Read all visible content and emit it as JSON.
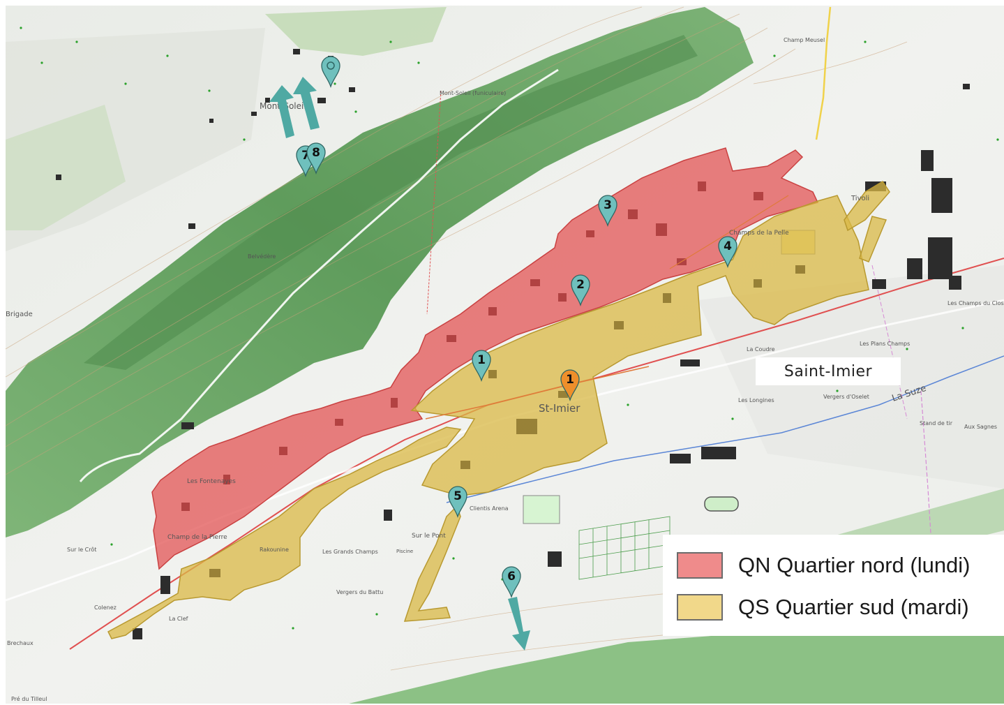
{
  "colors": {
    "zone_north": "#e35b5b",
    "zone_south": "#d9b846",
    "marker_teal": "#6fc0bd",
    "marker_orange": "#ee8f2b",
    "arrow_teal": "#4fa9a3",
    "forest": "#6ea86a",
    "terrain": "#eef0ec"
  },
  "town_label": "Saint-Imier",
  "legend": {
    "items": [
      {
        "label": "QN Quartier nord (lundi)",
        "color": "#ef8b8b"
      },
      {
        "label": "QS Quartier sud (mardi)",
        "color": "#f1d88a"
      }
    ]
  },
  "map_labels": {
    "mont_soleil": "Mont-Soleil",
    "funiculaire": "Mont-Soleil (funiculaire)",
    "champ_meusel": "Champ Meusel",
    "belvedere": "Belvédère",
    "brigade": "Brigade",
    "tivoli": "Tivoli",
    "champs_de_la_pelle": "Champs de la Pelle",
    "les_champs_du_clos": "Les Champs du Clos",
    "la_coudre": "La Coudre",
    "les_plans_champs": "Les Plans Champs",
    "la_suze": "La Suze",
    "les_longines": "Les Longines",
    "vergers_doselet": "Vergers d'Oselet",
    "stand_de_tir": "Stand de tir",
    "aux_sagnes": "Aux Sagnes",
    "st_imier": "St-Imier",
    "les_fontenayes": "Les Fontenayes",
    "champ_de_la_pierre": "Champ de la Pierre",
    "clientis_arena": "Clientis Arena",
    "sur_le_pont": "Sur le Pont",
    "piscine": "Piscine",
    "les_grands_champs": "Les Grands Champs",
    "vergers_du_battu": "Vergers du Battu",
    "la_clef": "La Clef",
    "colenez": "Colenez",
    "sur_le_crot": "Sur le Crôt",
    "pre_du_tilleul": "Pré du Tilleul",
    "rakounine": "Rakounine",
    "brechaux": "Brechaux"
  },
  "markers": [
    {
      "label": "",
      "color": "#6fc0bd",
      "icon": "circle-pin-icon"
    },
    {
      "label": "7",
      "color": "#6fc0bd",
      "icon": "map-pin-icon"
    },
    {
      "label": "8",
      "color": "#6fc0bd",
      "icon": "map-pin-icon"
    },
    {
      "label": "3",
      "color": "#6fc0bd",
      "icon": "map-pin-icon"
    },
    {
      "label": "4",
      "color": "#6fc0bd",
      "icon": "map-pin-icon"
    },
    {
      "label": "2",
      "color": "#6fc0bd",
      "icon": "map-pin-icon"
    },
    {
      "label": "1",
      "color": "#6fc0bd",
      "icon": "map-pin-icon"
    },
    {
      "label": "1",
      "color": "#ee8f2b",
      "icon": "map-pin-icon"
    },
    {
      "label": "5",
      "color": "#6fc0bd",
      "icon": "map-pin-icon"
    },
    {
      "label": "6",
      "color": "#6fc0bd",
      "icon": "map-pin-icon"
    }
  ]
}
